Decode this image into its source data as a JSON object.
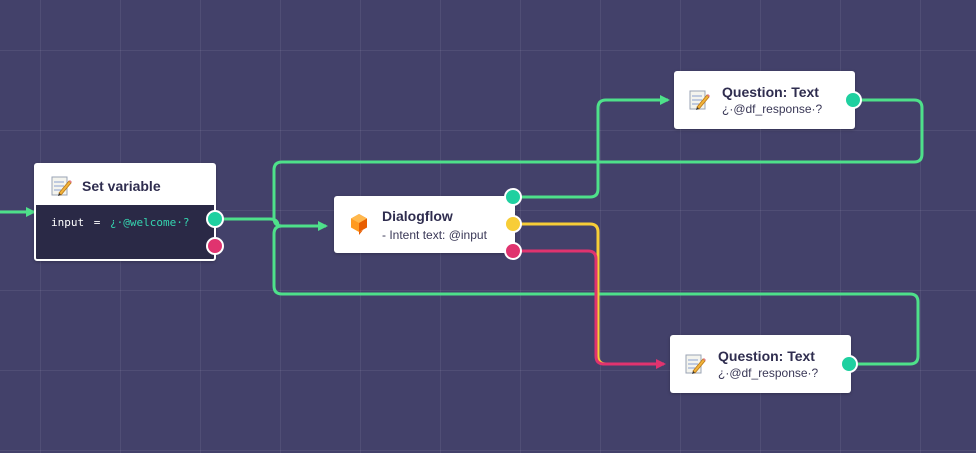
{
  "nodes": {
    "set_variable": {
      "title": "Set variable",
      "code_var": "input",
      "code_op": "=",
      "code_value": "¿·@welcome·?"
    },
    "dialogflow": {
      "title": "Dialogflow",
      "subtitle": "- Intent text: @input"
    },
    "question_top": {
      "title": "Question: Text",
      "subtitle": "¿·@df_response·?"
    },
    "question_bottom": {
      "title": "Question: Text",
      "subtitle": "¿·@df_response·?"
    }
  },
  "colors": {
    "background": "#43416a",
    "wire_green": "#4ee08a",
    "wire_yellow": "#f7cd37",
    "wire_pink": "#e0336f",
    "port_green": "#1fd0a0",
    "node_dark": "#2a2946"
  },
  "icons": {
    "set_variable": "memo-pencil-icon",
    "dialogflow": "dialogflow-cube-icon",
    "question": "memo-pencil-icon"
  }
}
